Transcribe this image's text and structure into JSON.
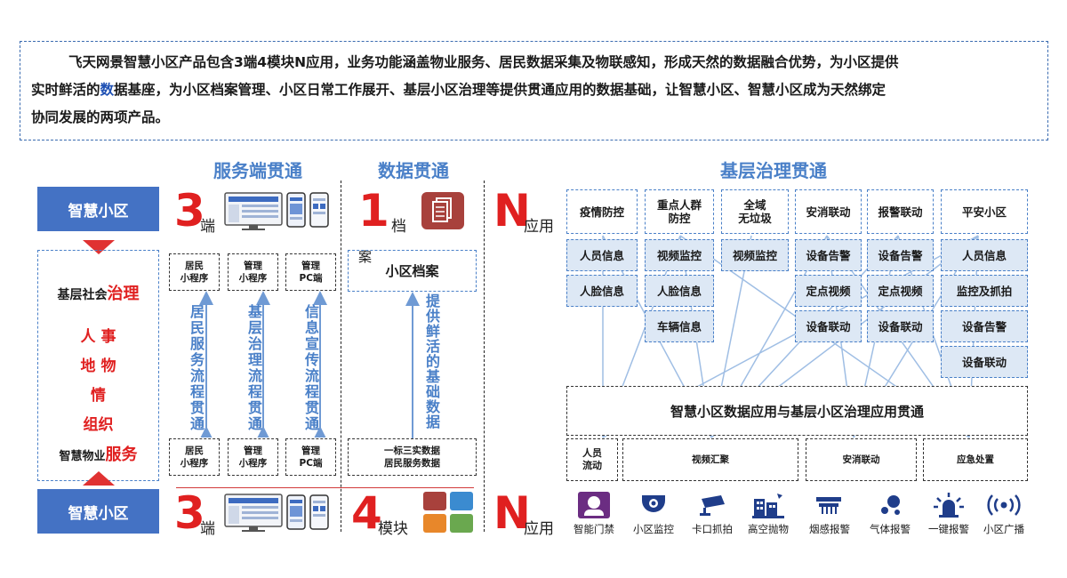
{
  "intro": {
    "p1": "飞天网景智慧小区产品包含3端4模块N应用，业务功能涵盖物业服务、居民数据采集及物联感知，形成天然的数据融合优势，为小区提供",
    "p2a": "实时鲜活的",
    "p2b": "数",
    "p2c": "据基座，为小区档案管理、小区日常工作展开、基层小区治理等提供贯通应用的数据基础，让智慧小区、智慧小区成为天然绑定",
    "p3": "协同发展的两项产品。"
  },
  "sections": {
    "service": "服务端贯通",
    "data": "数据贯通",
    "grassroots": "基层治理贯通"
  },
  "left": {
    "top_box": "智慧小区",
    "bottom_box": "智慧小区",
    "line1_prefix": "基层社会",
    "line1_hl": "治理",
    "items": [
      "人 事",
      "地 物",
      "情",
      "组织"
    ],
    "line_last_prefix": "智慧物业",
    "line_last_hl": "服务"
  },
  "service": {
    "num_top": "3",
    "label_top": "端",
    "num_bottom": "3",
    "label_bottom": "端",
    "top_boxes": [
      {
        "l1": "居民",
        "l2": "小程序"
      },
      {
        "l1": "管理",
        "l2": "小程序"
      },
      {
        "l1": "管理",
        "l2": "PC端"
      }
    ],
    "bottom_boxes": [
      {
        "l1": "居民",
        "l2": "小程序"
      },
      {
        "l1": "管理",
        "l2": "小程序"
      },
      {
        "l1": "管理",
        "l2": "PC端"
      }
    ],
    "flows": [
      "居民服务流程贯通",
      "基层治理流程贯通",
      "信息宣传流程贯通"
    ]
  },
  "data_col": {
    "num_top": "1",
    "label_top": "档",
    "num_bottom": "4",
    "label_bottom": "模块",
    "archive_prefix": "案",
    "archive": "小区档案",
    "flow": "提供鲜活的基础数据",
    "bottom_l1": "一标三实数据",
    "bottom_l2": "居民服务数据"
  },
  "n_col": {
    "num_top": "N",
    "label_top": "应用",
    "num_bottom": "N",
    "label_bottom": "应用"
  },
  "grid": {
    "columns": [
      {
        "head": "疫情防控",
        "items": [
          "人员信息",
          "人脸信息"
        ]
      },
      {
        "head": "重点人群\n防控",
        "items": [
          "视频监控",
          "人脸信息",
          "车辆信息"
        ]
      },
      {
        "head": "全域\n无垃圾",
        "items": [
          "视频监控"
        ]
      },
      {
        "head": "安消联动",
        "items": [
          "设备告警",
          "定点视频",
          "设备联动"
        ]
      },
      {
        "head": "报警联动",
        "items": [
          "设备告警",
          "定点视频",
          "设备联动"
        ]
      },
      {
        "head": "平安小区",
        "items": [
          "人员信息",
          "监控及抓拍",
          "设备告警",
          "设备联动"
        ]
      }
    ],
    "platform": "智慧小区数据应用与基层小区治理应用贯通",
    "bottom_row": [
      "人员\n流动",
      "视频汇聚",
      "安消联动",
      "应急处置"
    ]
  },
  "icons": [
    {
      "name": "smart-gate-icon",
      "label": "智能门禁"
    },
    {
      "name": "camera-dome-icon",
      "label": "小区监控"
    },
    {
      "name": "bayonet-camera-icon",
      "label": "卡口抓拍"
    },
    {
      "name": "high-altitude-icon",
      "label": "高空抛物"
    },
    {
      "name": "smoke-alarm-icon",
      "label": "烟感报警"
    },
    {
      "name": "gas-alarm-icon",
      "label": "气体报警"
    },
    {
      "name": "alarm-light-icon",
      "label": "一键报警"
    },
    {
      "name": "broadcast-icon",
      "label": "小区广播"
    }
  ],
  "colors": {
    "accent_blue": "#4472c4",
    "title_blue": "#4a80c8",
    "red": "#e02020",
    "tile_bg": "#dde8f5"
  }
}
